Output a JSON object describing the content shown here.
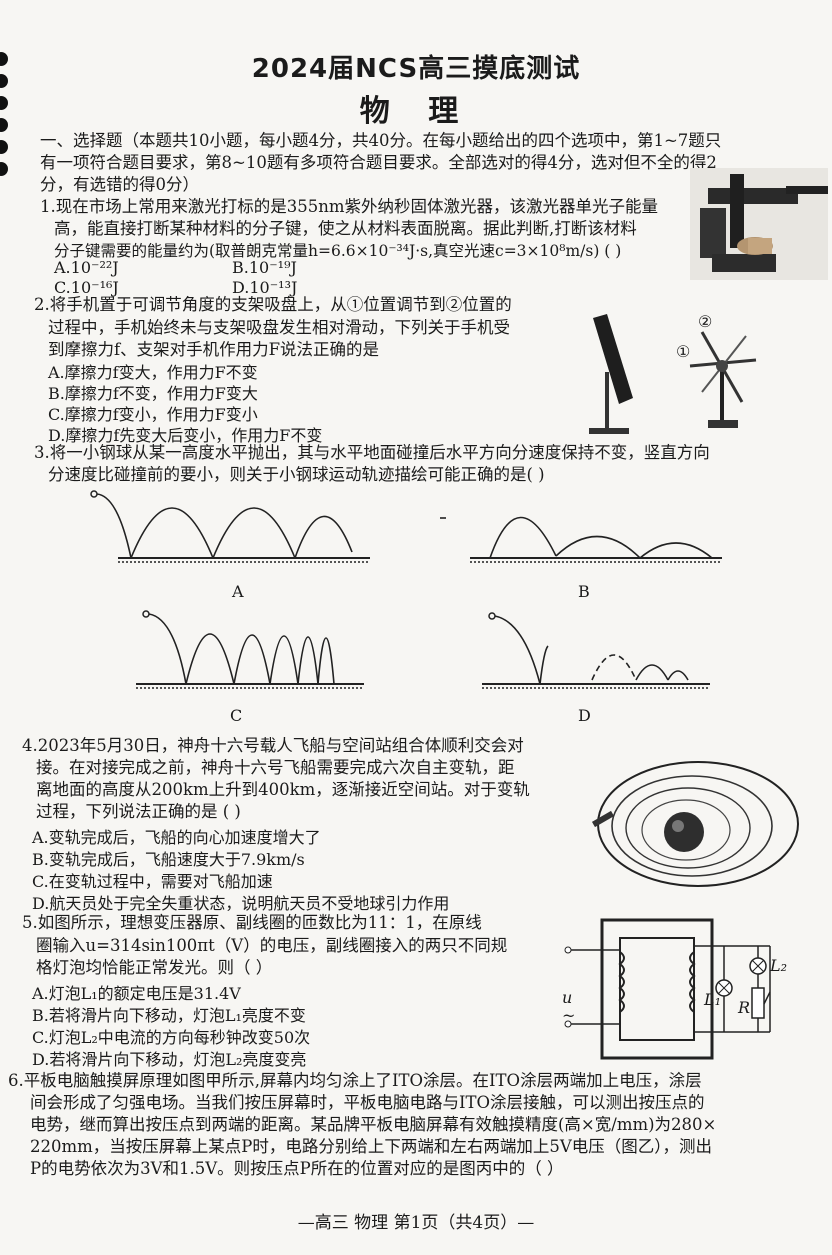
{
  "header": {
    "title": "2024届NCS高三摸底测试",
    "subject": "物  理"
  },
  "section1": {
    "lines": [
      "一、选择题（本题共10小题，每小题4分，共40分。在每小题给出的四个选项中，第1~7题只",
      "有一项符合题目要求，第8~10题有多项符合题目要求。全部选对的得4分，选对但不全的得2",
      "分，有选错的得0分）"
    ]
  },
  "q1": {
    "lines": [
      "1.现在市场上常用来激光打标的是355nm紫外纳秒固体激光器，该激光器单光子能量",
      "高，能直接打断某种材料的分子键，使之从材料表面脱离。据此判断,打断该材料",
      "分子键需要的能量约为(取普朗克常量h=6.6×10⁻³⁴J·s,真空光速c=3×10⁸m/s)  (      )"
    ],
    "options": [
      "A.10⁻²²J",
      "B.10⁻¹⁹J",
      "C.10⁻¹⁶J",
      "D.10⁻¹³J"
    ]
  },
  "q2": {
    "lines": [
      "2.将手机置于可调节角度的支架吸盘上，从①位置调节到②位置的",
      "过程中，手机始终未与支架吸盘发生相对滑动，下列关于手机受",
      "到摩擦力f、支架对手机作用力F说法正确的是"
    ],
    "options": [
      "A.摩擦力f变大，作用力F不变",
      "B.摩擦力f不变，作用力F变大",
      "C.摩擦力f变小，作用力F变小",
      "D.摩擦力f先变大后变小，作用力F不变"
    ],
    "fig_labels": [
      "②",
      "①"
    ]
  },
  "q3": {
    "lines": [
      "3.将一小钢球从某一高度水平抛出，其与水平地面碰撞后水平方向分速度保持不变，竖直方向",
      "分速度比碰撞前的要小，则关于小钢球运动轨迹描绘可能正确的是(      )"
    ],
    "captions": [
      "A",
      "B",
      "C",
      "D"
    ]
  },
  "q4": {
    "lines": [
      "4.2023年5月30日，神舟十六号载人飞船与空间站组合体顺利交会对",
      "接。在对接完成之前，神舟十六号飞船需要完成六次自主变轨，距",
      "离地面的高度从200km上升到400km，逐渐接近空间站。对于变轨",
      "过程，下列说法正确的是  (      )"
    ],
    "options": [
      "A.变轨完成后，飞船的向心加速度增大了",
      "B.变轨完成后，飞船速度大于7.9km/s",
      "C.在变轨过程中，需要对飞船加速",
      "D.航天员处于完全失重状态，说明航天员不受地球引力作用"
    ]
  },
  "q5": {
    "lines": [
      "5.如图所示，理想变压器原、副线圈的匝数比为11：1，在原线",
      "圈输入u=314sin100πt（V）的电压，副线圈接入的两只不同规",
      "格灯泡均恰能正常发光。则（      ）"
    ],
    "options": [
      "A.灯泡L₁的额定电压是31.4V",
      "B.若将滑片向下移动，灯泡L₁亮度不变",
      "C.灯泡L₂中电流的方向每秒钟改变50次",
      "D.若将滑片向下移动，灯泡L₂亮度变亮"
    ],
    "fig_labels": [
      "u",
      "~",
      "L₁",
      "L₂",
      "R"
    ]
  },
  "q6": {
    "lines": [
      "6.平板电脑触摸屏原理如图甲所示,屏幕内均匀涂上了ITO涂层。在ITO涂层两端加上电压，涂层",
      "间会形成了匀强电场。当我们按压屏幕时，平板电脑电路与ITO涂层接触，可以测出按压点的",
      "电势，继而算出按压点到两端的距离。某品牌平板电脑屏幕有效触摸精度(高×宽/mm)为280×",
      "220mm，当按压屏幕上某点P时，电路分别给上下两端和左右两端加上5V电压（图乙），测出",
      "P的电势依次为3V和1.5V。则按压点P所在的位置对应的是图丙中的（      ）"
    ]
  },
  "footer": {
    "text": "—高三 物理 第1页（共4页）—"
  }
}
